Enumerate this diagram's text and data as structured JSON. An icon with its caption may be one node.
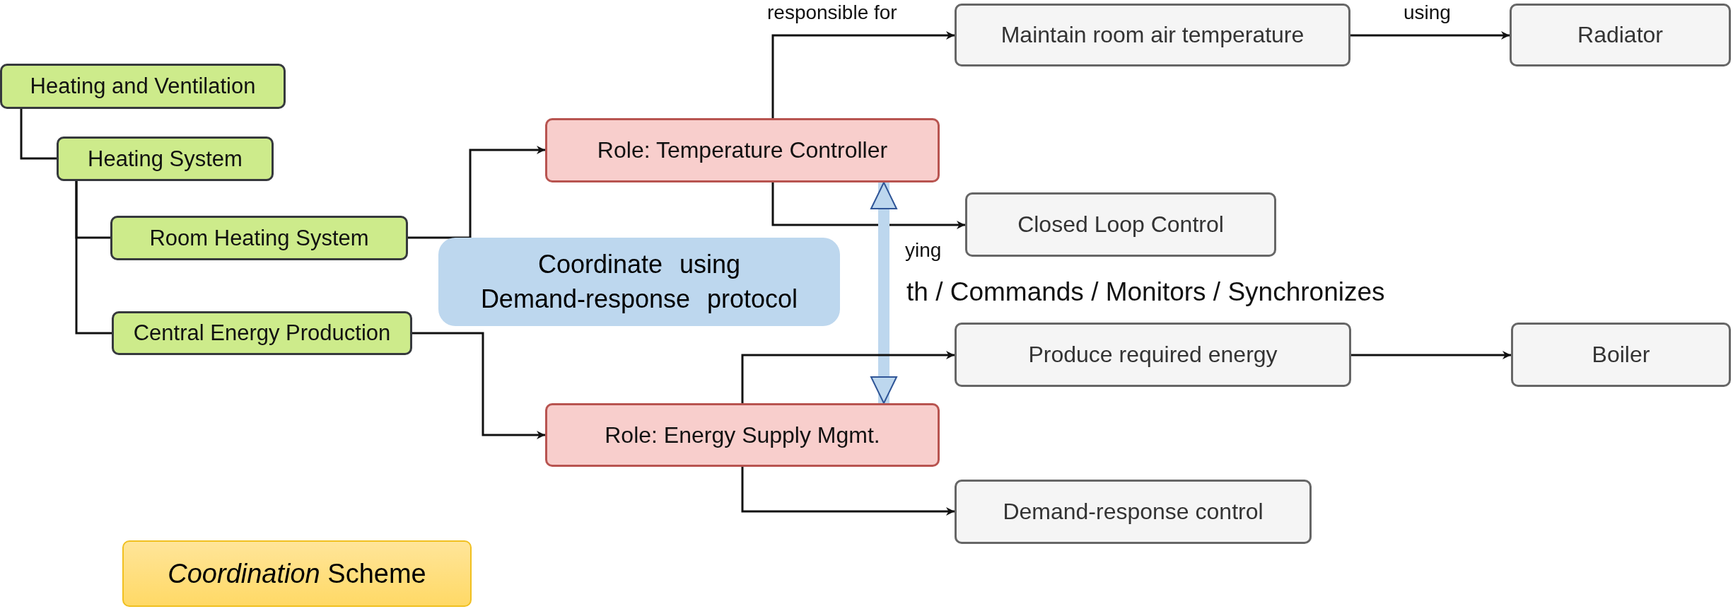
{
  "diagram": {
    "nodes": [
      {
        "text": [
          "Heating and Ventilation"
        ]
      },
      {
        "text": [
          "Heating System"
        ]
      },
      {
        "text": [
          "Room Heating System"
        ]
      },
      {
        "text": [
          "Central Energy Production"
        ]
      },
      {
        "text": [
          "Role: Temperature Controller"
        ]
      },
      {
        "text": [
          "Maintain room air temperature"
        ]
      },
      {
        "text": [
          "Radiator"
        ]
      },
      {
        "text": [
          "Closed Loop Control"
        ]
      },
      {
        "text": [
          "Coordinate using Demand-response protocol"
        ]
      },
      {
        "text": [
          "Produce required energy"
        ]
      },
      {
        "text": [
          "Boiler"
        ]
      },
      {
        "text": [
          "Role: Energy Supply Mgmt."
        ]
      },
      {
        "text": [
          "Demand-response control"
        ]
      },
      {
        "text": [
          "*Coordination* Scheme"
        ]
      }
    ],
    "edges": [
      {
        "from": 0,
        "to": 1,
        "arrow": "none"
      },
      {
        "from": 1,
        "to": 2,
        "arrow": "none"
      },
      {
        "from": 1,
        "to": 3,
        "arrow": "none"
      },
      {
        "from": 2,
        "to": 4,
        "arrow": "to"
      },
      {
        "from": 3,
        "to": 11,
        "arrow": "to"
      },
      {
        "from": 4,
        "to": 5,
        "label": "responsible for",
        "arrow": "to"
      },
      {
        "from": 5,
        "to": 6,
        "label": "using",
        "arrow": "to"
      },
      {
        "from": 4,
        "to": 7,
        "arrow": "to"
      },
      {
        "from": 4,
        "to": 11,
        "arrow": "both",
        "style": "thick",
        "color": "#bdd7ee"
      },
      {
        "from": 11,
        "to": 9,
        "arrow": "to"
      },
      {
        "from": 9,
        "to": 10,
        "arrow": "to"
      },
      {
        "from": 11,
        "to": 12,
        "arrow": "to"
      }
    ],
    "labels": [
      "ying",
      "th / Commands / Monitors / Synchronizes"
    ]
  }
}
